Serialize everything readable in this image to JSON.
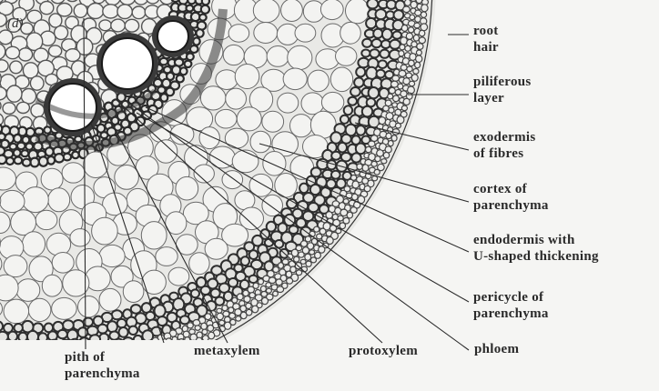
{
  "figure": {
    "panel_label": "(d)",
    "labels": {
      "root_hair": [
        "root",
        "hair"
      ],
      "piliferous_layer": [
        "piliferous",
        "layer"
      ],
      "exodermis": [
        "exodermis",
        "of fibres"
      ],
      "cortex": [
        "cortex of",
        "parenchyma"
      ],
      "endodermis": [
        "endodermis with",
        "U-shaped thickening"
      ],
      "pericycle": [
        "pericycle  of",
        "parenchyma"
      ],
      "phloem": [
        "phloem"
      ],
      "protoxylem": [
        "protoxylem"
      ],
      "metaxylem": [
        "metaxylem"
      ],
      "pith": [
        "pith of",
        "parenchyma"
      ]
    }
  }
}
